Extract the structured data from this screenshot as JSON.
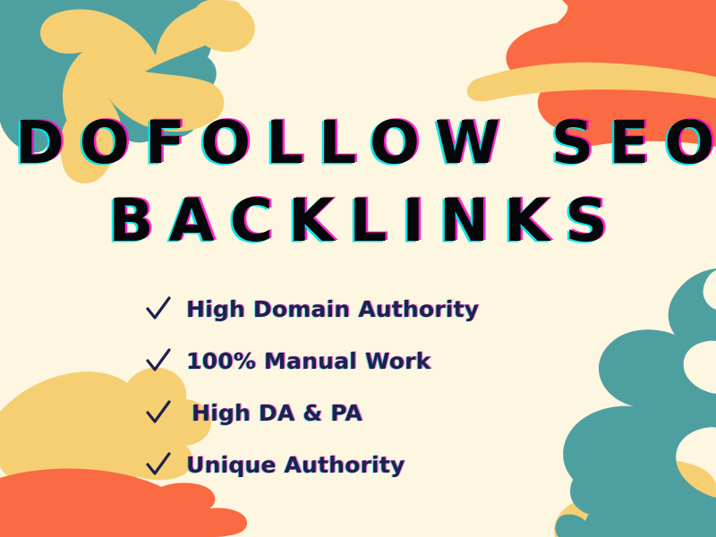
{
  "poster": {
    "headline": {
      "line1": "DOFOLLOW SEO",
      "line2": "BACKLINKS"
    },
    "features": [
      {
        "check": "check-icon",
        "label": "High Domain Authority"
      },
      {
        "check": "check-icon",
        "label": "100% Manual Work"
      },
      {
        "check": "check-icon",
        "label": "High DA & PA"
      },
      {
        "check": "check-icon",
        "label": "Unique Authority"
      }
    ],
    "colors": {
      "background": "#fdf6e0",
      "teal": "#4ea0a0",
      "yellow": "#f6cf72",
      "orange": "#fa6a43",
      "headline_text": "#07070a",
      "feature_text": "#1e2050",
      "aberration_cyan": "#00e4e8",
      "aberration_magenta": "#ff00c8"
    }
  }
}
